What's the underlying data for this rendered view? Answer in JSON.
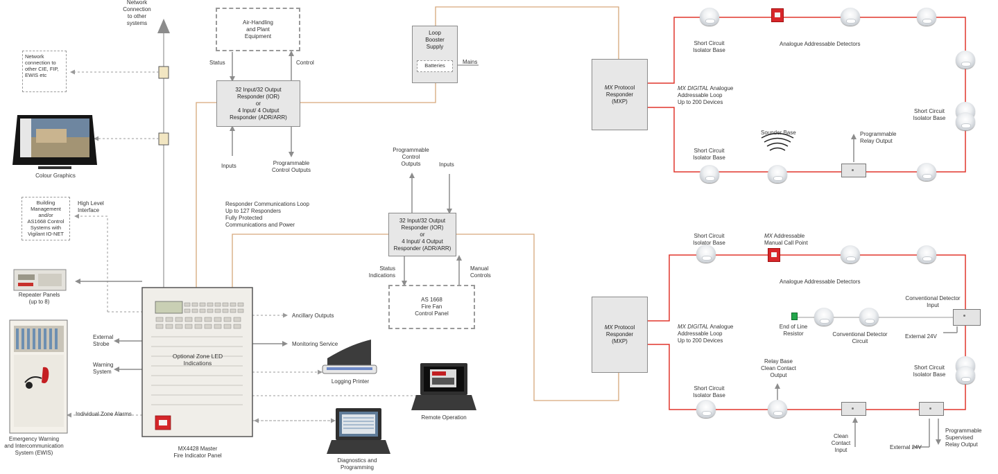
{
  "labels": {
    "network_connection": "Network\nConnection\nto other\nsystems",
    "network_cie": "Network\nconnection to\nother CIE, FIP,\nEWIS etc",
    "colour_graphics": "Colour Graphics",
    "bms": "Building\nManagement\nand/or\nAS1668 Control\nSystems with\nVigilant IO-NET",
    "high_level": "High Level\nInterface",
    "repeater": "Repeater Panels\n(up to 8)",
    "ewis": "Emergency Warning\nand Intercommunication\nSystem (EWIS)",
    "external_strobe": "External\nStrobe",
    "warning_system": "Warning\nSystem",
    "individual_zone": "Individual Zone Alarms",
    "mx4428": "MX4428 Master\nFire Indicator Panel",
    "optional_zone": "Optional Zone LED\nIndications",
    "ancillary": "Ancillary Outputs",
    "monitoring": "Monitoring Service",
    "logging_printer": "Logging Printer",
    "remote_operation": "Remote Operation",
    "diagnostics": "Diagnostics and\nProgramming",
    "air_handling": "Air-Handling\nand Plant\nEquipment",
    "status": "Status",
    "control": "Control",
    "ior_top": "32 Input/32 Output\nResponder (IOR)\nor\n4 Input/ 4 Output\nResponder (ADR/ARR)",
    "inputs_top": "Inputs",
    "prog_ctrl_top": "Programmable\nControl Outputs",
    "loop_booster": "Loop\nBooster\nSupply",
    "batteries": "Batteries",
    "mains": "Mains",
    "responder_loop": "Responder Communications Loop\nUp to 127 Responders\nFully Protected\nCommunications and Power",
    "prog_ctrl_mid": "Programmable\nControl\nOutputs",
    "inputs_mid": "Inputs",
    "ior_mid": "32 Input/32 Output\nResponder (IOR)\nor\n4 Input/ 4 Output\nResponder (ADR/ARR)",
    "status_ind": "Status\nIndications",
    "manual_controls": "Manual\nControls",
    "as1668": "AS 1668\nFire Fan\nControl Panel",
    "mxp_top_italic": "MX",
    "mxp_top": " Protocol\nResponder\n(MXP)",
    "mxp_bottom_italic": "MX",
    "mxp_bottom": " Protocol\nResponder\n(MXP)",
    "mx_digital_top_italic": "MX DIGITAL",
    "mx_digital_top": " Analogue\nAddressable Loop\nUp to 200 Devices",
    "mx_digital_bottom_italic": "MX DIGITAL",
    "mx_digital_bottom": " Analogue\nAddressable Loop\nUp to 200 Devices",
    "sc_iso_1": "Short Circuit\nIsolator Base",
    "analogue_top": "Analogue Addressable Detectors",
    "sc_iso_2": "Short Circuit\nIsolator Base",
    "sc_iso_3": "Short Circuit\nIsolator Base",
    "sounder_base": "Sounder Base",
    "prog_relay": "Programmable\nRelay Output",
    "sc_iso_4": "Short Circuit\nIsolator Base",
    "mx_addr_italic": "MX",
    "mx_addr": " Addressable\nManual Call Point",
    "analogue_bottom": "Analogue Addressable Detectors",
    "conv_input": "Conventional Detector\nInput",
    "eol_resistor": "End of Line\nResistor",
    "conv_circuit": "Conventional Detector\nCircuit",
    "ext24_1": "External 24V",
    "sc_iso_5": "Short Circuit\nIsolator Base",
    "relay_base": "Relay Base\nClean Contact\nOutput",
    "sc_iso_6": "Short Circuit\nIsolator Base",
    "clean_contact": "Clean\nContact\nInput",
    "ext24_2": "External 24V",
    "prog_supervised": "Programmable\nSupervised\nRelay Output"
  },
  "colors": {
    "loop_red": "#e0352b",
    "comm_orange": "#d6a77a",
    "arrow_grey": "#8c8c8c",
    "box_fill": "#e7e7e7"
  }
}
